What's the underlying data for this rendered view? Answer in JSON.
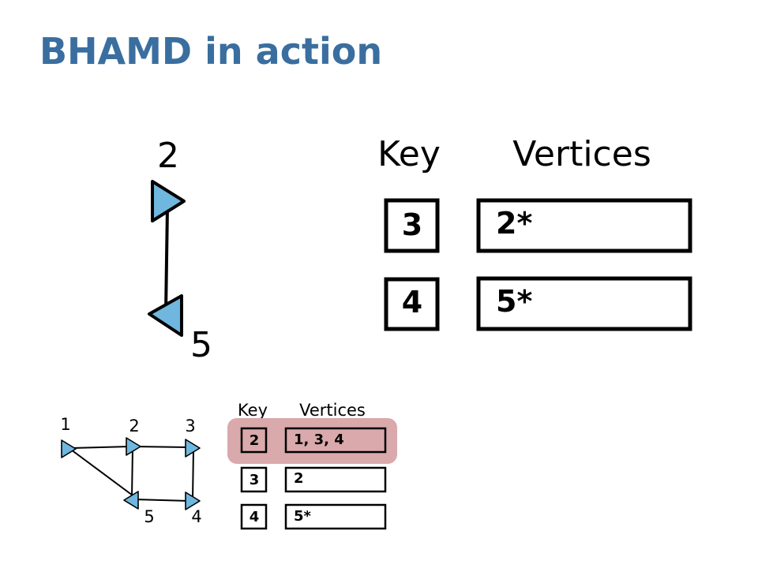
{
  "slide": {
    "title": "BHAMD in action",
    "accent_color": "#3a6e9f"
  },
  "large_diagram": {
    "vertices": [
      {
        "id": "2",
        "label": "2",
        "icon": "triangle-right-icon"
      },
      {
        "id": "5",
        "label": "5",
        "icon": "triangle-left-icon"
      }
    ],
    "edges": [
      [
        "2",
        "5"
      ]
    ],
    "table": {
      "key_header": "Key",
      "vertices_header": "Vertices",
      "rows": [
        {
          "key": "3",
          "vertices": "2*"
        },
        {
          "key": "4",
          "vertices": "5*"
        }
      ]
    }
  },
  "small_diagram": {
    "vertices": [
      {
        "id": "1",
        "label": "1"
      },
      {
        "id": "2",
        "label": "2"
      },
      {
        "id": "3",
        "label": "3"
      },
      {
        "id": "5",
        "label": "5"
      },
      {
        "id": "4",
        "label": "4"
      }
    ],
    "edges": [
      [
        "1",
        "2"
      ],
      [
        "1",
        "5"
      ],
      [
        "2",
        "3"
      ],
      [
        "2",
        "5"
      ],
      [
        "3",
        "4"
      ],
      [
        "5",
        "4"
      ]
    ],
    "table": {
      "key_header": "Key",
      "vertices_header": "Vertices",
      "highlight_color": "#d9a9ab",
      "highlighted_row": 0,
      "rows": [
        {
          "key": "2",
          "vertices": "1, 3, 4"
        },
        {
          "key": "3",
          "vertices": "2"
        },
        {
          "key": "4",
          "vertices": "5*"
        }
      ]
    }
  },
  "vertex_fill": "#6fb7df"
}
